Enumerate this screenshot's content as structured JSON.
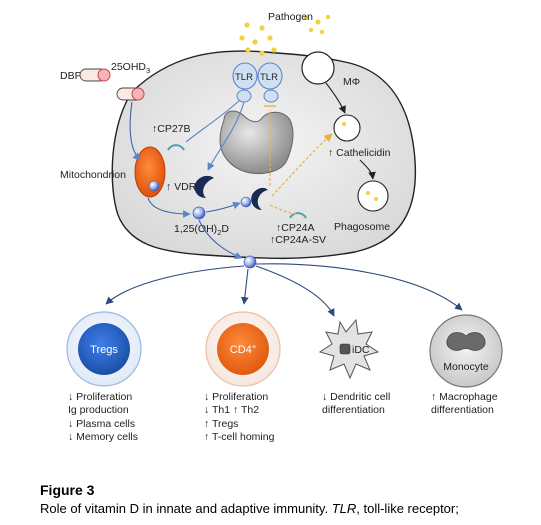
{
  "labels": {
    "pathogen": "Pathogen",
    "dbp": "DBP",
    "ohd3_base": "25OHD",
    "ohd3_sub": "3",
    "tlr": "TLR",
    "mphi": "MΦ",
    "cp27b": "↑CP27B",
    "mitochondrion": "Mitochondrion",
    "vdr": "↑ VDR",
    "cathelicidin": "↑ Cathelicidin",
    "phagosome": "Phagosome",
    "oh2d_pre": "1,25(OH)",
    "oh2d_sub": "2",
    "oh2d_post": "D",
    "cp24a": "↑CP24A",
    "cp24a_sv": "↑CP24A-SV"
  },
  "cells": {
    "tregs": "Tregs",
    "cd4_base": "CD4",
    "cd4_sup": "+",
    "idc": "iDC",
    "monocyte": "Monocyte"
  },
  "outcomes": {
    "tregs": [
      "↓ Proliferation",
      "Ig production",
      "↓ Plasma cells",
      "↓ Memory cells"
    ],
    "cd4": [
      "↓ Proliferation",
      "↓ Th1 ↑ Th2",
      "↑ Tregs",
      "↑ T-cell homing"
    ],
    "idc": [
      "↓ Dendritic cell",
      "differentiation"
    ],
    "monocyte": [
      "↑ Macrophage",
      "differentiation"
    ]
  },
  "caption": {
    "title": "Figure 3",
    "text_main": "Role of vitamin D in innate and adaptive immunity.",
    "text_abbr": "TLR",
    "text_rest": ", toll-like receptor;"
  }
}
